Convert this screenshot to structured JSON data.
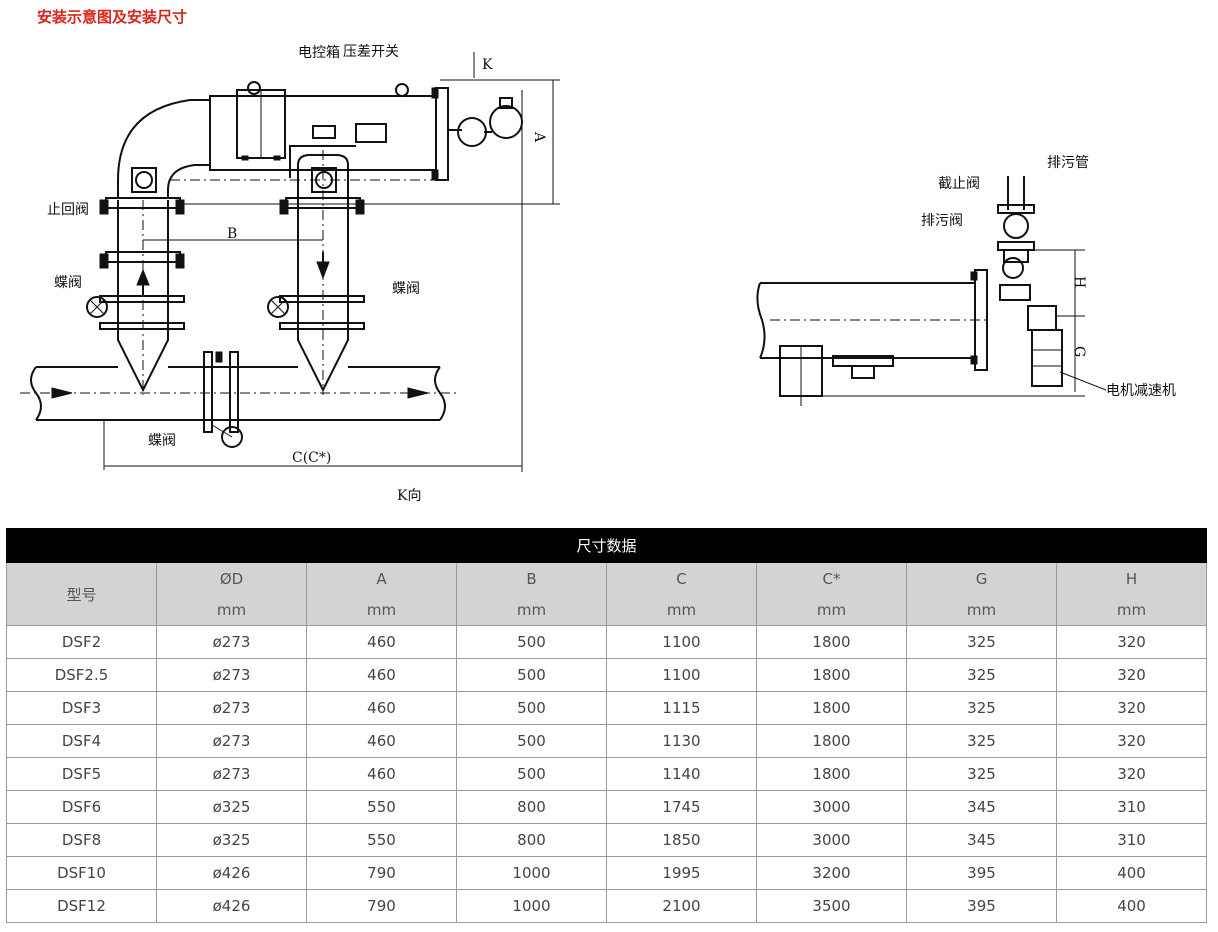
{
  "page_title": "安装示意图及安装尺寸",
  "drawing_labels": {
    "control_box": "电控箱",
    "pressure_switch": "压差开关",
    "k_mark": "K",
    "dim_a": "A",
    "check_valve": "止回阀",
    "dim_b": "B",
    "butterfly_valve_left": "蝶阀",
    "butterfly_valve_right": "蝶阀",
    "butterfly_valve_bottom": "蝶阀",
    "dim_c": "C(C*)",
    "k_view": "K向",
    "stop_valve": "截止阀",
    "drain_pipe": "排污管",
    "drain_valve": "排污阀",
    "dim_h": "H",
    "dim_g": "G",
    "motor_reducer": "电机减速机"
  },
  "table": {
    "title": "尺寸数据",
    "headers": [
      {
        "name": "型号",
        "unit": ""
      },
      {
        "name": "ØD",
        "unit": "mm"
      },
      {
        "name": "A",
        "unit": "mm"
      },
      {
        "name": "B",
        "unit": "mm"
      },
      {
        "name": "C",
        "unit": "mm"
      },
      {
        "name": "C*",
        "unit": "mm"
      },
      {
        "name": "G",
        "unit": "mm"
      },
      {
        "name": "H",
        "unit": "mm"
      }
    ],
    "rows": [
      [
        "DSF2",
        "ø273",
        "460",
        "500",
        "1100",
        "1800",
        "325",
        "320"
      ],
      [
        "DSF2.5",
        "ø273",
        "460",
        "500",
        "1100",
        "1800",
        "325",
        "320"
      ],
      [
        "DSF3",
        "ø273",
        "460",
        "500",
        "1115",
        "1800",
        "325",
        "320"
      ],
      [
        "DSF4",
        "ø273",
        "460",
        "500",
        "1130",
        "1800",
        "325",
        "320"
      ],
      [
        "DSF5",
        "ø273",
        "460",
        "500",
        "1140",
        "1800",
        "325",
        "320"
      ],
      [
        "DSF6",
        "ø325",
        "550",
        "800",
        "1745",
        "3000",
        "345",
        "310"
      ],
      [
        "DSF8",
        "ø325",
        "550",
        "800",
        "1850",
        "3000",
        "345",
        "310"
      ],
      [
        "DSF10",
        "ø426",
        "790",
        "1000",
        "1995",
        "3200",
        "395",
        "400"
      ],
      [
        "DSF12",
        "ø426",
        "790",
        "1000",
        "2100",
        "3500",
        "395",
        "400"
      ]
    ]
  }
}
